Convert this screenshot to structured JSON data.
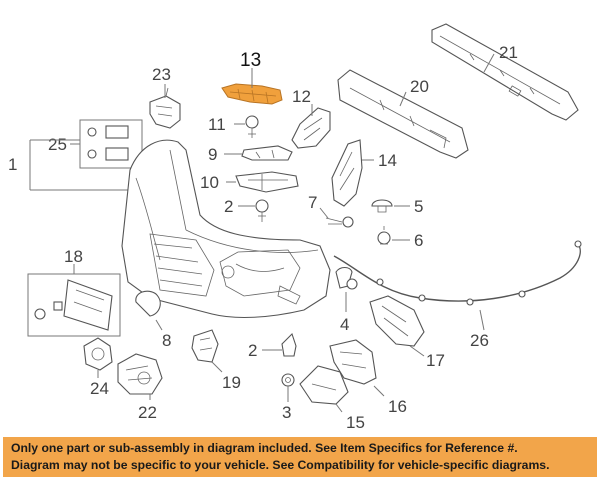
{
  "diagram": {
    "callouts": {
      "c1": "1",
      "c2a": "2",
      "c2b": "2",
      "c3": "3",
      "c4": "4",
      "c5": "5",
      "c6": "6",
      "c7": "7",
      "c8": "8",
      "c9": "9",
      "c10": "10",
      "c11": "11",
      "c12": "12",
      "c13": "13",
      "c14": "14",
      "c15": "15",
      "c16": "16",
      "c17": "17",
      "c18": "18",
      "c19": "19",
      "c20": "20",
      "c21": "21",
      "c22": "22",
      "c23": "23",
      "c24": "24",
      "c25": "25",
      "c26": "26"
    },
    "highlight_color": "#f0a03c"
  },
  "footer": {
    "line1": "Only one part or sub-assembly in diagram included. See Item Specifics for Reference #.",
    "line2": "Diagram may not be specific to your vehicle. See Compatibility for vehicle-specific diagrams.",
    "background": "#f2a54a"
  }
}
